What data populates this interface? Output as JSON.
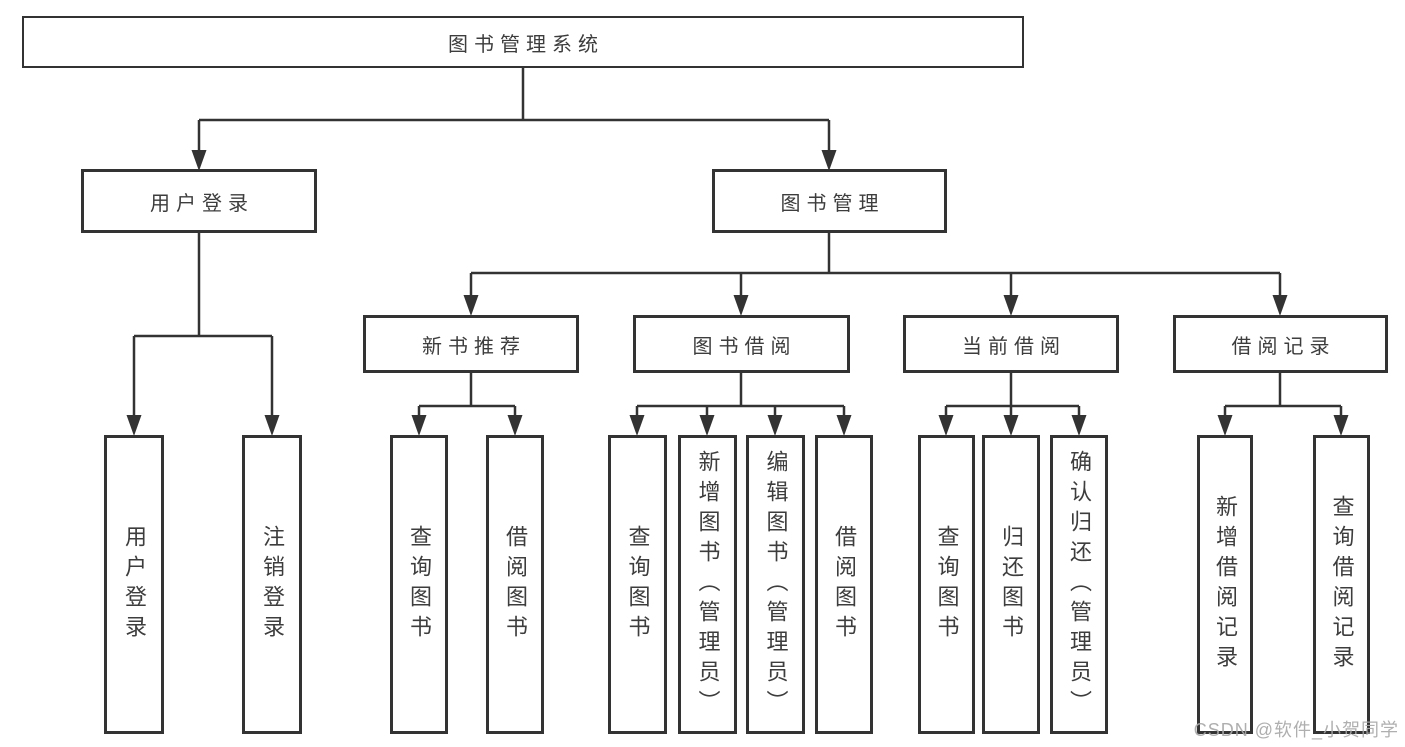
{
  "diagram": {
    "title": "图书管理系统",
    "level2": [
      {
        "label": "用户登录"
      },
      {
        "label": "图书管理"
      }
    ],
    "level3": [
      {
        "label": "新书推荐",
        "parent": "图书管理"
      },
      {
        "label": "图书借阅",
        "parent": "图书管理"
      },
      {
        "label": "当前借阅",
        "parent": "图书管理"
      },
      {
        "label": "借阅记录",
        "parent": "图书管理"
      }
    ],
    "leaves": [
      {
        "label": "用户登录",
        "parent": "用户登录"
      },
      {
        "label": "注销登录",
        "parent": "用户登录"
      },
      {
        "label": "查询图书",
        "parent": "新书推荐"
      },
      {
        "label": "借阅图书",
        "parent": "新书推荐"
      },
      {
        "label": "查询图书",
        "parent": "图书借阅"
      },
      {
        "label": "新增图书（管理员）",
        "parent": "图书借阅"
      },
      {
        "label": "编辑图书（管理员）",
        "parent": "图书借阅"
      },
      {
        "label": "借阅图书",
        "parent": "图书借阅"
      },
      {
        "label": "查询图书",
        "parent": "当前借阅"
      },
      {
        "label": "归还图书",
        "parent": "当前借阅"
      },
      {
        "label": "确认归还（管理员）",
        "parent": "当前借阅"
      },
      {
        "label": "新增借阅记录",
        "parent": "借阅记录"
      },
      {
        "label": "查询借阅记录",
        "parent": "借阅记录"
      }
    ],
    "watermark": "CSDN @软件_小贺同学",
    "colors": {
      "line": "#333333",
      "text": "#3d3d3d",
      "background": "#ffffff",
      "watermark": "#a8a8a8"
    }
  }
}
